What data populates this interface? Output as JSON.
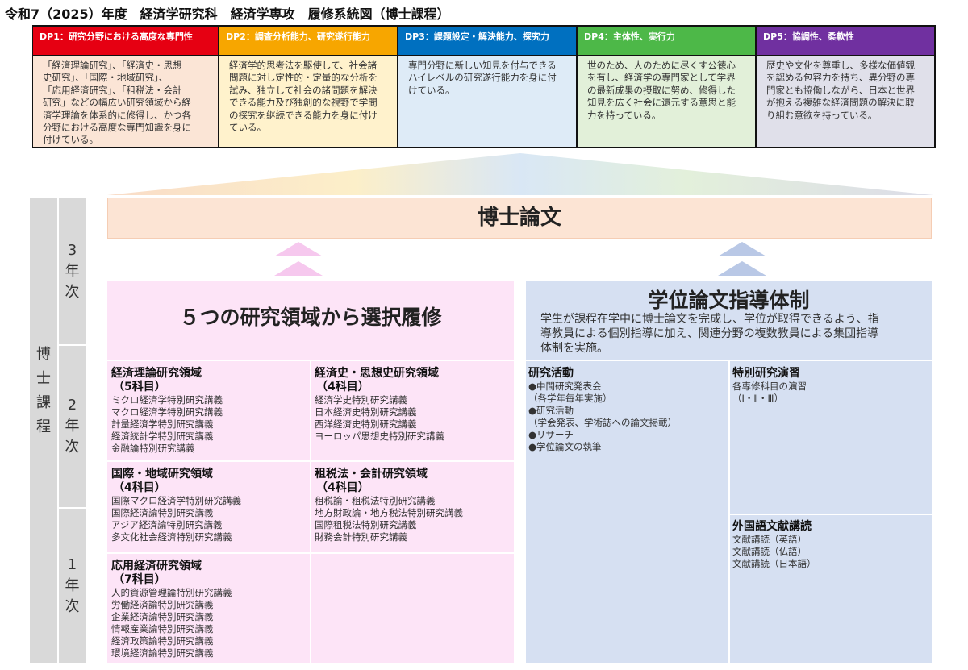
{
  "title": "令和7（2025）年度　経済学研究科　経済学専攻　履修系統図（博士課程）",
  "dp": [
    {
      "label": "DP1：研究分野における高度な専門性",
      "color": "#e60012",
      "bg": "#fbe5d6",
      "lines": [
        "「経済理論研究」、「経済史・思想",
        "史研究」、「国際・地域研究」、",
        "「応用経済研究」、「租税法・会計",
        "研究」などの幅広い研究領域から経",
        "済学理論を体系的に修得し、かつ各",
        "分野における高度な専門知識を身に",
        "付けている。"
      ]
    },
    {
      "label": "DP2：調査分析能力、研究遂行能力",
      "color": "#f7a600",
      "bg": "#fff2cc",
      "lines": [
        "経済学的思考法を駆使して、社会諸",
        "問題に対し定性的・定量的な分析を",
        "試み、独立して社会の諸問題を解決",
        "できる能力及び独創的な視野で学問",
        "の探究を継続できる能力を身に付け",
        "ている。"
      ]
    },
    {
      "label": "DP3：課題設定・解決能力、探究力",
      "color": "#0070c0",
      "bg": "#deebf7",
      "lines": [
        "専門分野に新しい知見を付与できる",
        "ハイレベルの研究遂行能力を身に付",
        "けている。"
      ]
    },
    {
      "label": "DP4：主体性、実行力",
      "color": "#4db848",
      "bg": "#e2f0d9",
      "lines": [
        "世のため、人のために尽くす公徳心",
        "を有し、経済学の専門家として学界",
        "の最新成果の摂取に努め、修得した",
        "知見を広く社会に還元する意思と能",
        "力を持っている。"
      ]
    },
    {
      "label": "DP5：協調性、柔軟性",
      "color": "#7030a0",
      "bg": "#e0e0ea",
      "lines": [
        "歴史や文化を尊重し、多様な価値観",
        "を認める包容力を持ち、異分野の専",
        "門家とも協働しながら、日本と世界",
        "が抱える複雑な経済問題の解決に取",
        "り組む意欲を持っている。"
      ]
    }
  ],
  "side": {
    "program": [
      "博",
      "士",
      "課",
      "程"
    ],
    "year3": [
      "3",
      "年",
      "次"
    ],
    "year2": [
      "2",
      "年",
      "次"
    ],
    "year1": [
      "1",
      "年",
      "次"
    ]
  },
  "thesis": "博士論文",
  "left": {
    "heading": "５つの研究領域から選択履修",
    "areas": [
      {
        "title": "経済理論研究領域",
        "count": "（5科目）",
        "items": [
          "ミクロ経済学特別研究講義",
          "マクロ経済学特別研究講義",
          "計量経済学特別研究講義",
          "経済統計学特別研究講義",
          "金融論特別研究講義"
        ]
      },
      {
        "title": "経済史・思想史研究領域",
        "count": "（4科目）",
        "items": [
          "経済学史特別研究講義",
          "日本経済史特別研究講義",
          "西洋経済史特別研究講義",
          "ヨーロッパ思想史特別研究講義"
        ]
      },
      {
        "title": "国際・地域研究領域",
        "count": "（4科目）",
        "items": [
          "国際マクロ経済学特別研究講義",
          "国際経済論特別研究講義",
          "アジア経済論特別研究講義",
          "多文化社会経済特別研究講義"
        ]
      },
      {
        "title": "租税法・会計研究領域",
        "count": "（4科目）",
        "items": [
          "租税論・租税法特別研究講義",
          "地方財政論・地方税法特別研究講義",
          "国際租税法特別研究講義",
          "財務会計特別研究講義"
        ]
      },
      {
        "title": "応用経済研究領域",
        "count": "（7科目）",
        "items": [
          "人的資源管理論特別研究講義",
          "労働経済論特別研究講義",
          "企業経済論特別研究講義",
          "情報産業論特別研究講義",
          "経済政策論特別研究講義",
          "環境経済論特別研究講義"
        ]
      }
    ]
  },
  "right": {
    "heading": "学位論文指導体制",
    "desc": [
      "学生が課程在学中に博士論文を完成し、学位が取得できるよう、指",
      "導教員による個別指導に加え、関連分野の複数教員による集団指導",
      "体制を実施。"
    ],
    "activities": {
      "title": "研究活動",
      "items": [
        "●中間研究発表会",
        "（各学年毎年実施）",
        "●研究活動",
        "（学会発表、学術誌への論文掲載）",
        "●リサーチ",
        "●学位論文の執筆"
      ]
    },
    "special": {
      "title": "特別研究演習",
      "items": [
        "各専修科目の演習",
        "（Ⅰ・Ⅱ・Ⅲ）"
      ]
    },
    "foreign": {
      "title": "外国語文献講読",
      "items": [
        "文献講読（英語）",
        "文献講読（仏語）",
        "文献講読（日本語）"
      ]
    }
  }
}
